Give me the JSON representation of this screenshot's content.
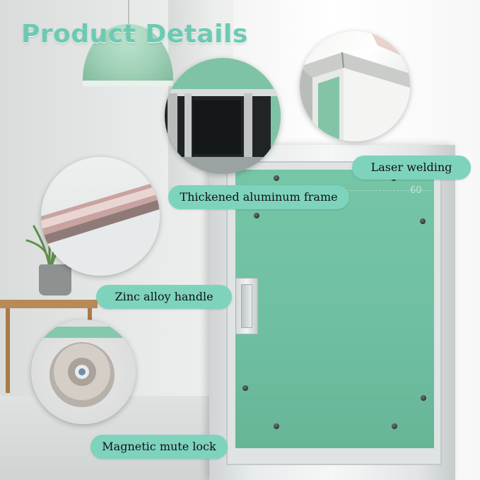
{
  "title": "Product Details",
  "labels": {
    "laser_welding": "Laser welding",
    "aluminum_frame": "Thickened aluminum frame",
    "zinc_handle": "Zinc alloy handle",
    "magnetic_lock": "Magnetic mute lock"
  },
  "door_ruler_number": "60",
  "colors": {
    "title": "#6ccab3",
    "label_background": "#7ed3bd",
    "door_panel": "#6ebfa0",
    "lamp": "#9fd0b6"
  }
}
